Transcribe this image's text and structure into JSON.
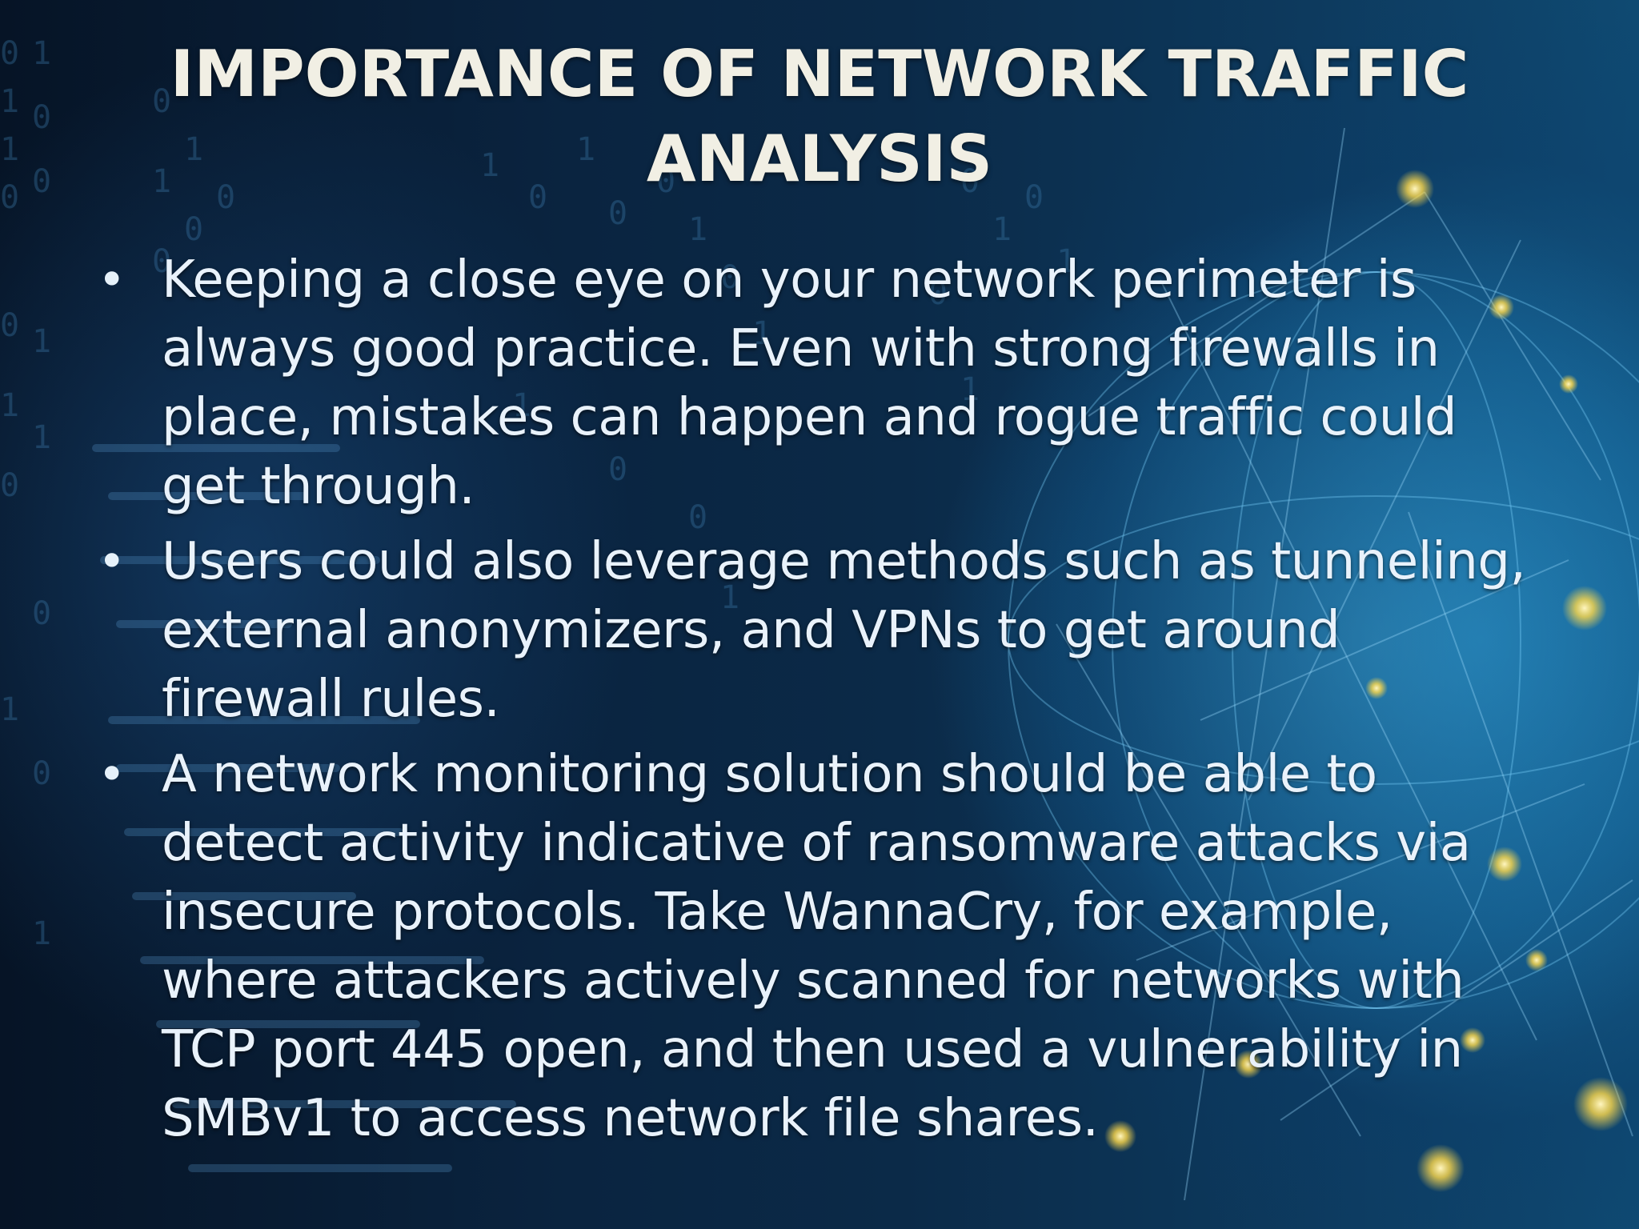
{
  "slide": {
    "title": "IMPORTANCE OF NETWORK TRAFFIC ANALYSIS",
    "bullets": [
      {
        "marker": "•",
        "text": "Keeping a close eye on your network perimeter is always good practice. Even with strong firewalls in place, mistakes can happen and rogue traffic could get through."
      },
      {
        "marker": "•",
        "text": "Users could also leverage methods such as tunneling, external anonymizers, and VPNs to get around firewall rules."
      },
      {
        "marker": "•",
        "text": "A network monitoring solution should be able to detect activity indicative of ransomware attacks via insecure protocols. Take WannaCry, for example, where attackers actively scanned for networks with TCP port 445 open, and then used a vulnerability in SMBv1 to access network file shares."
      }
    ]
  },
  "colors": {
    "title_text": "#f1efe4",
    "body_text": "#e9f2fb",
    "background_dark": "#061426",
    "background_accent": "#2896d2",
    "node_glow": "#ffe27a"
  }
}
